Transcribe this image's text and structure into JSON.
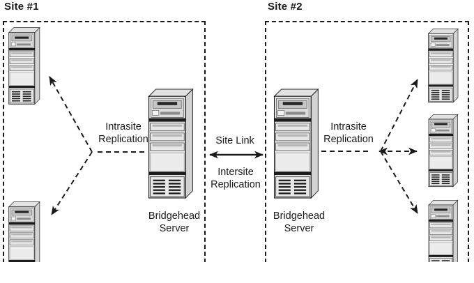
{
  "site1": {
    "title": "Site #1",
    "intrasite_label": "Intrasite Replication",
    "bridgehead_label": "Bridgehead Server",
    "small_server_count": 2
  },
  "site2": {
    "title": "Site #2",
    "intrasite_label": "Intrasite Replication",
    "bridgehead_label": "Bridgehead Server",
    "small_server_count": 3
  },
  "link": {
    "site_link_label": "Site Link",
    "intersite_label": "Intersite Replication"
  },
  "icons": {
    "server_icon": "tower-server",
    "intrasite_arrow_style": "dashed-arrow",
    "site_link_arrow_style": "solid-double-headed-arrow"
  },
  "colors": {
    "background": "#ffffff",
    "line": "#1a1a1a",
    "server_face": "#efefef",
    "server_side": "#d2d2d2",
    "server_top": "#e2e2e2"
  }
}
